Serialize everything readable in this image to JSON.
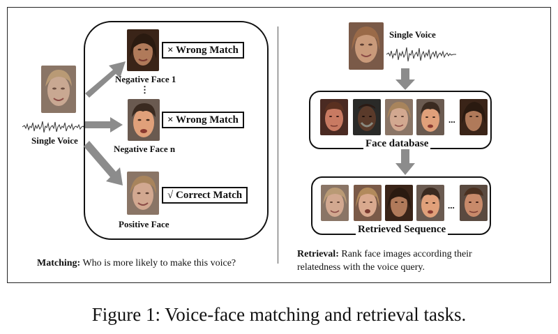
{
  "matching": {
    "single_voice_label": "Single Voice",
    "negative_face_1_label": "Negative Face 1",
    "vertical_dots": "⋮",
    "negative_face_n_label": "Negative Face n",
    "positive_face_label": "Positive Face",
    "wrong_match_1": "× Wrong Match",
    "wrong_match_2": "× Wrong Match",
    "correct_match": "√ Correct Match",
    "caption_bold": "Matching:",
    "caption_text": " Who is more likely to make this voice?"
  },
  "retrieval": {
    "single_voice_label": "Single Voice",
    "face_database_label": "Face database",
    "retrieved_sequence_label": "Retrieved Sequence",
    "ellipsis": "...",
    "caption_bold": "Retrieval:",
    "caption_line1": " Rank face images according their",
    "caption_line2": "relatedness with the voice query."
  },
  "figure_caption": "Figure 1: Voice-face matching and retrieval tasks.",
  "colors": {
    "arrow_gray": "#8c8c8c",
    "skin_light": "#d9a98e",
    "skin_medium": "#c98c6a",
    "skin_dark": "#6e4a3a",
    "hair_blonde": "#b28a5c",
    "hair_brown": "#4a3020"
  }
}
